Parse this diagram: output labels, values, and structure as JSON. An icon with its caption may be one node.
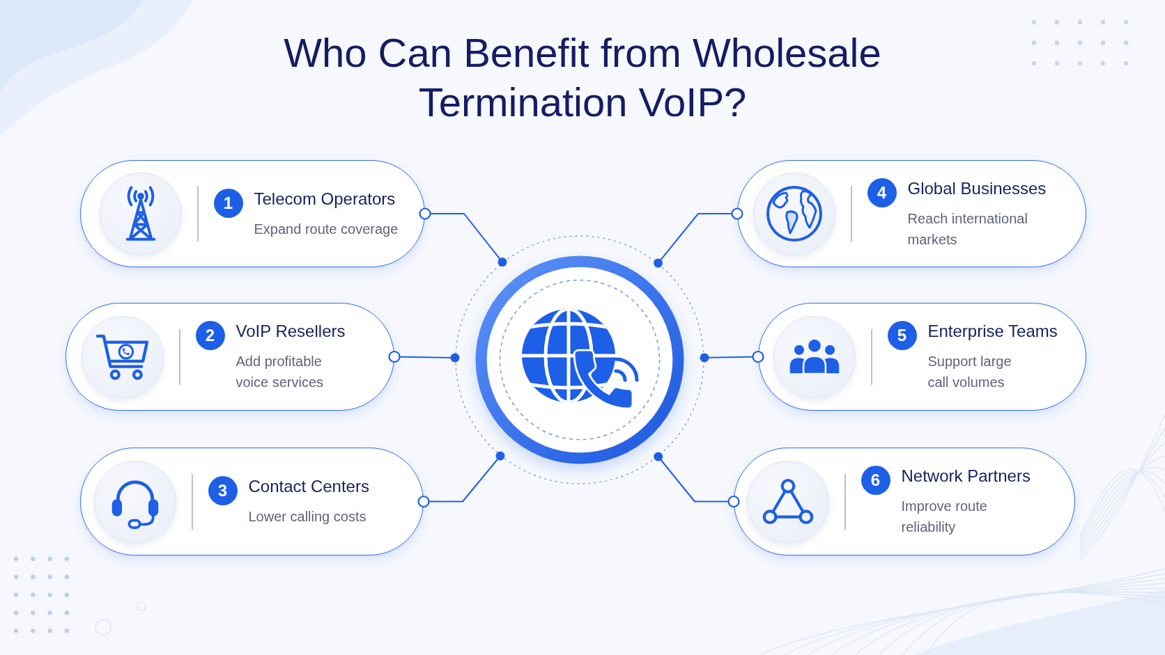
{
  "diagram": {
    "title": "Who Can Benefit from Wholesale Termination VoIP?",
    "nodes": [
      {
        "text": [
          "1",
          "Telecom Operators",
          "Expand route coverage"
        ]
      },
      {
        "text": [
          "2",
          "VoIP Resellers",
          "Add profitable voice services"
        ]
      },
      {
        "text": [
          "3",
          "Contact Centers",
          "Lower calling costs"
        ]
      },
      {
        "text": [],
        "shape": "circle"
      },
      {
        "text": [
          "4",
          "Global Businesses",
          "Reach international markets"
        ]
      },
      {
        "text": [
          "5",
          "Enterprise Teams",
          "Support large call volumes"
        ]
      },
      {
        "text": [
          "6",
          "Network Partners",
          "Improve route reliability"
        ]
      }
    ],
    "edges": [
      {
        "from": 3,
        "to": 0,
        "arrow": "other"
      },
      {
        "from": 3,
        "to": 1,
        "arrow": "other"
      },
      {
        "from": 3,
        "to": 2,
        "arrow": "other"
      },
      {
        "from": 3,
        "to": 4,
        "arrow": "other"
      },
      {
        "from": 3,
        "to": 5,
        "arrow": "other"
      },
      {
        "from": 3,
        "to": 6,
        "arrow": "other"
      }
    ]
  }
}
